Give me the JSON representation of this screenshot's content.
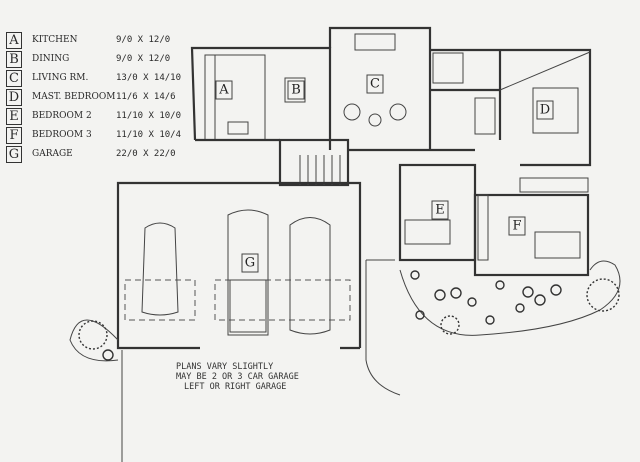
{
  "legend": [
    {
      "key": "A",
      "name": "KITCHEN",
      "size": "9/0 X 12/0"
    },
    {
      "key": "B",
      "name": "DINING",
      "size": "9/0 X 12/0"
    },
    {
      "key": "C",
      "name": "LIVING RM.",
      "size": "13/0 X 14/10"
    },
    {
      "key": "D",
      "name": "MAST. BEDROOM",
      "size": "11/6 X 14/6"
    },
    {
      "key": "E",
      "name": "BEDROOM 2",
      "size": "11/10 X 10/0"
    },
    {
      "key": "F",
      "name": "BEDROOM 3",
      "size": "11/10 X 10/4"
    },
    {
      "key": "G",
      "name": "GARAGE",
      "size": "22/0 X 22/0"
    }
  ],
  "note": [
    "PLANS VARY SLIGHTLY",
    "MAY BE 2 OR 3 CAR GARAGE",
    "LEFT OR RIGHT GARAGE"
  ]
}
